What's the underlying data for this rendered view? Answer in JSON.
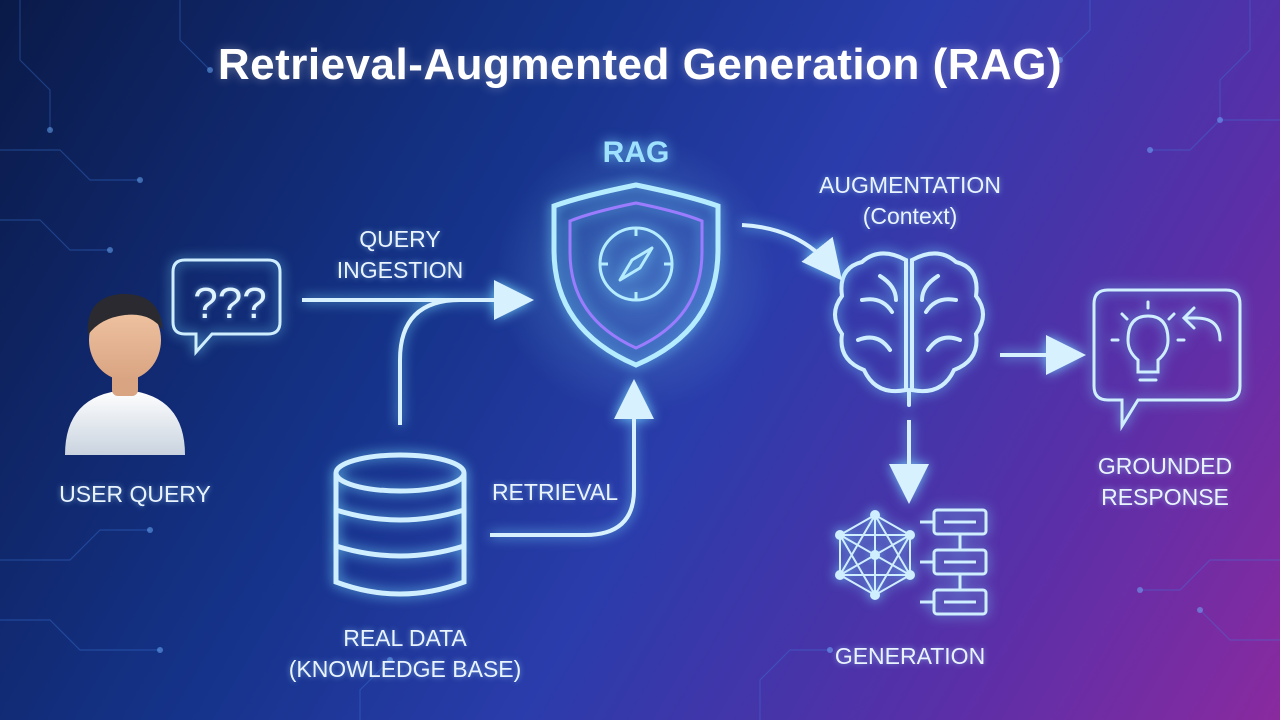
{
  "title": "Retrieval-Augmented Generation (RAG)",
  "nodes": {
    "user_query": {
      "label": "USER QUERY",
      "bubble_text": "???"
    },
    "query_ingestion": {
      "line1": "QUERY",
      "line2": "INGESTION"
    },
    "rag": {
      "label": "RAG"
    },
    "augmentation": {
      "line1": "AUGMENTATION",
      "line2": "(Context)"
    },
    "retrieval": {
      "label": "RETRIEVAL"
    },
    "knowledge_base": {
      "line1": "REAL DATA",
      "line2": "(KNOWLEDGE BASE)"
    },
    "generation": {
      "label": "GENERATION"
    },
    "grounded_response": {
      "line1": "GROUNDED",
      "line2": "RESPONSE"
    }
  },
  "edges": [
    {
      "from": "user_query",
      "to": "rag",
      "label": "QUERY INGESTION"
    },
    {
      "from": "knowledge_base",
      "to": "rag",
      "label": "RETRIEVAL"
    },
    {
      "from": "rag",
      "to": "augmentation"
    },
    {
      "from": "augmentation",
      "to": "grounded_response"
    },
    {
      "from": "augmentation",
      "to": "generation"
    }
  ],
  "colors": {
    "accent": "#9fe2ff",
    "line": "#cfeeff",
    "glow": "#5ac8ff",
    "background_start": "#0a1a48",
    "background_end": "#8a2a9f"
  },
  "icons": {
    "user": "person-avatar-icon",
    "question": "question-bubble-icon",
    "rag": "shield-compass-icon",
    "brain": "brain-icon",
    "database": "database-icon",
    "network": "neural-network-icon",
    "flow": "flowchart-icon",
    "response": "lightbulb-reply-bubble-icon"
  }
}
